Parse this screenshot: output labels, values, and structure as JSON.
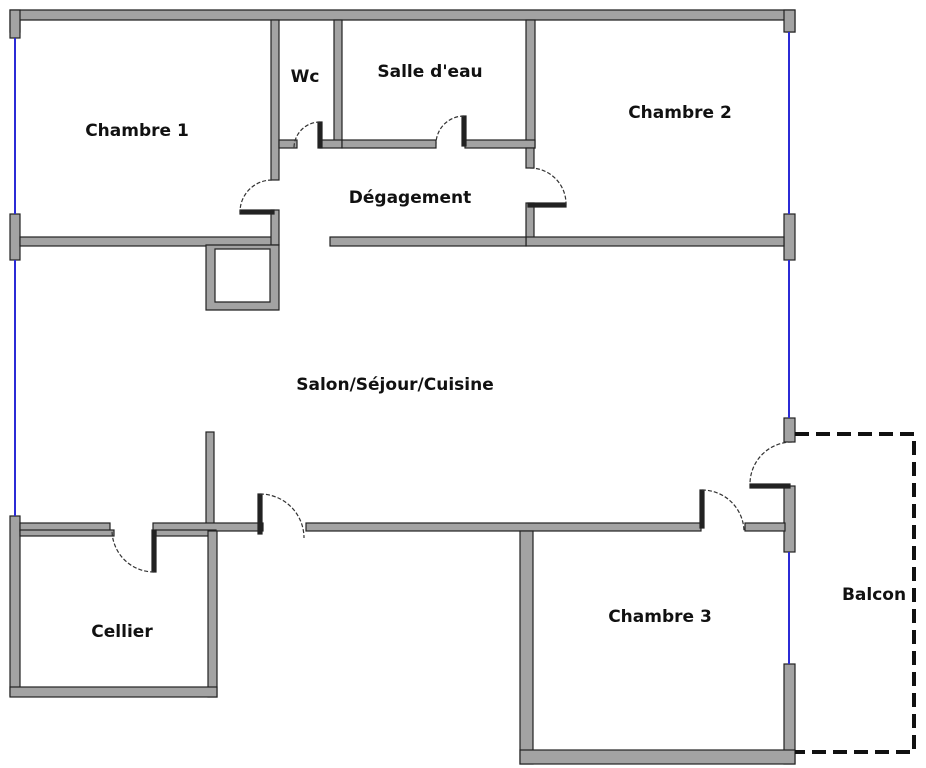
{
  "rooms": {
    "chambre1": "Chambre 1",
    "wc": "Wc",
    "salle_eau": "Salle d'eau",
    "chambre2": "Chambre 2",
    "degagement": "Dégagement",
    "salon": "Salon/Séjour/Cuisine",
    "cellier": "Cellier",
    "chambre3": "Chambre 3",
    "balcon": "Balcon"
  },
  "colors": {
    "wall_fill": "#a3a3a3",
    "wall_stroke": "#222222",
    "window": "#2b2bd6",
    "door_swing": "#333333",
    "balcony_outline": "#111111"
  }
}
